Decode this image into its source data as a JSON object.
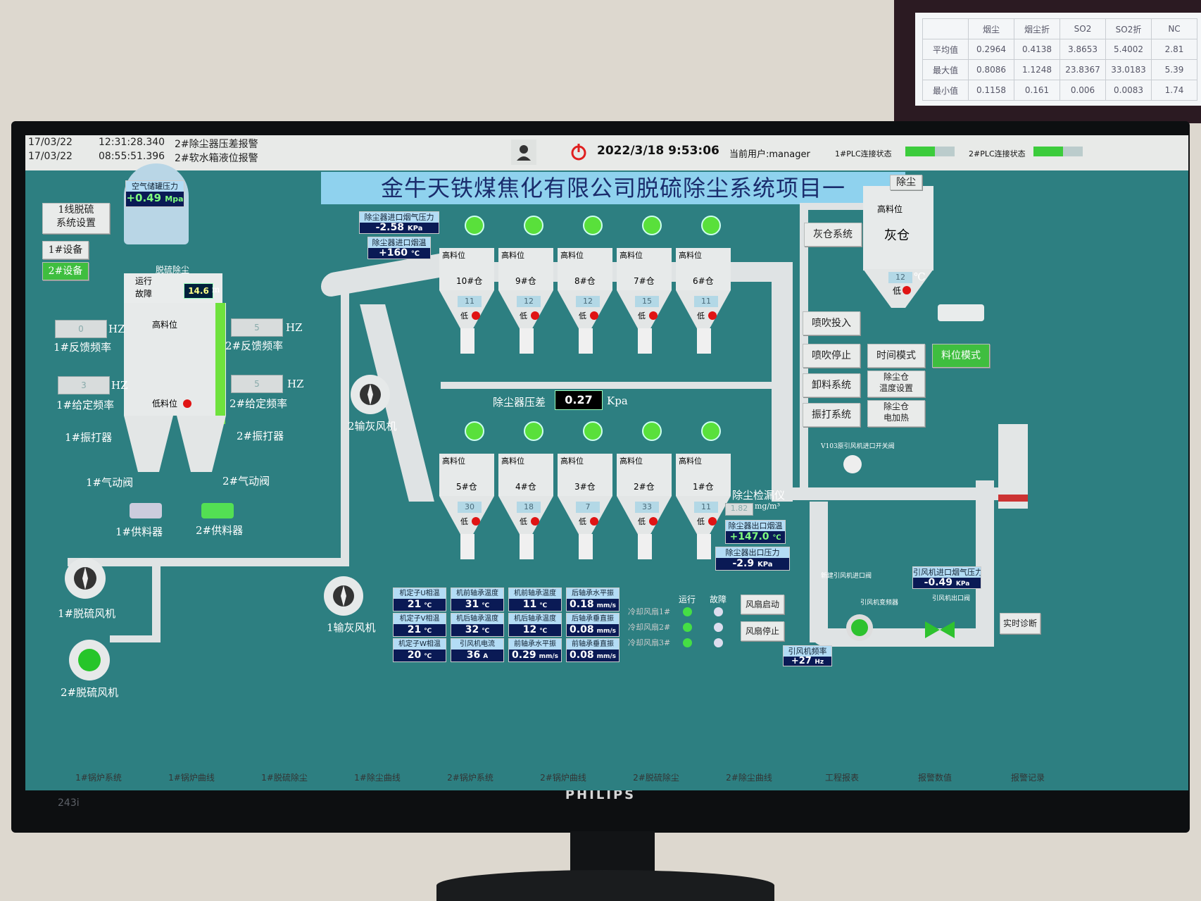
{
  "second_monitor": {
    "headers": [
      "烟尘",
      "烟尘折",
      "SO2",
      "SO2折",
      "NC"
    ],
    "rows": [
      {
        "label": "平均值",
        "values": [
          "0.2964",
          "0.4138",
          "3.8653",
          "5.4002",
          "2.81"
        ]
      },
      {
        "label": "最大值",
        "values": [
          "0.8086",
          "1.1248",
          "23.8367",
          "33.0183",
          "5.39"
        ]
      },
      {
        "label": "最小值",
        "values": [
          "0.1158",
          "0.161",
          "0.006",
          "0.0083",
          "1.74"
        ]
      }
    ]
  },
  "alarms": [
    {
      "date": "17/03/22",
      "time": "12:31:28.340",
      "text": "2#除尘器压差报警"
    },
    {
      "date": "17/03/22",
      "time": "08:55:51.396",
      "text": "2#软水箱液位报警"
    }
  ],
  "topbar": {
    "datetime": "2022/3/18 9:53:06",
    "user": "当前用户:manager",
    "plc1": "1#PLC连接状态",
    "plc2": "2#PLC连接状态"
  },
  "title": "金牛天铁煤焦化有限公司脱硫除尘系统项目一",
  "left": {
    "settings_btn": "1线脱硫\n系统设置",
    "device1_btn": "1#设备",
    "device2_btn": "2#设备",
    "air_tank_label": "空气储罐压力",
    "air_tank_value": "+0.49",
    "air_tank_unit": "Mpa",
    "desulf_label": "脱硫除尘",
    "run": "运行",
    "fault": "故障",
    "level_value": "14.6",
    "level_unit": "m",
    "high_level": "高料位",
    "low_level": "低料位",
    "fb1_value": "0",
    "fb1_label": "1#反馈频率",
    "fb2_value": "5",
    "fb2_label": "2#反馈频率",
    "set1_value": "3",
    "set1_label": "1#给定频率",
    "set2_value": "5",
    "set2_label": "2#给定频率",
    "hz": "HZ",
    "vib1": "1#振打器",
    "vib2": "2#振打器",
    "valve1": "1#气动阀",
    "valve2": "2#气动阀",
    "feeder1": "1#供料器",
    "feeder2": "2#供料器",
    "fan1": "1#脱硫风机",
    "fan2": "2#脱硫风机",
    "ash_fan1": "1输灰风机",
    "ash_fan2": "2输灰风机"
  },
  "dust": {
    "inlet_pressure_label": "除尘器进口烟气压力",
    "inlet_pressure_value": "-2.58",
    "inlet_pressure_unit": "KPa",
    "inlet_temp_label": "除尘器进口烟温",
    "inlet_temp_value": "+160",
    "inlet_temp_unit": "℃",
    "diff_label": "除尘器压差",
    "diff_value": "0.27",
    "diff_unit": "Kpa",
    "outlet_temp_label": "除尘器出口烟温",
    "outlet_temp_value": "+147.0",
    "outlet_temp_unit": "℃",
    "outlet_press_label": "除尘器出口压力",
    "outlet_press_value": "-2.9",
    "outlet_press_unit": "KPa",
    "leak_label": "除尘检漏仪",
    "leak_value": "1.82",
    "leak_unit": "mg/m³",
    "high_level": "高料位",
    "low_level": "低",
    "top_bins": [
      {
        "name": "10#仓",
        "temp": "11"
      },
      {
        "name": "9#仓",
        "temp": "12"
      },
      {
        "name": "8#仓",
        "temp": "12"
      },
      {
        "name": "7#仓",
        "temp": "15"
      },
      {
        "name": "6#仓",
        "temp": "11"
      }
    ],
    "bottom_bins": [
      {
        "name": "5#仓",
        "temp": "30"
      },
      {
        "name": "4#仓",
        "temp": "18"
      },
      {
        "name": "3#仓",
        "temp": "7"
      },
      {
        "name": "2#仓",
        "temp": "33"
      },
      {
        "name": "1#仓",
        "temp": "11"
      }
    ],
    "temp_unit": "℃"
  },
  "motor_readings": [
    {
      "label": "机定子U相温",
      "value": "21",
      "unit": "℃"
    },
    {
      "label": "机前轴承温度",
      "value": "31",
      "unit": "℃"
    },
    {
      "label": "机前轴承温度",
      "value": "11",
      "unit": "℃"
    },
    {
      "label": "后轴承水平振",
      "value": "0.18",
      "unit": "mm/s"
    },
    {
      "label": "机定子V相温",
      "value": "21",
      "unit": "℃"
    },
    {
      "label": "机后轴承温度",
      "value": "32",
      "unit": "℃"
    },
    {
      "label": "机后轴承温度",
      "value": "12",
      "unit": "℃"
    },
    {
      "label": "后轴承垂直振",
      "value": "0.08",
      "unit": "mm/s"
    },
    {
      "label": "机定子W相温",
      "value": "20",
      "unit": "℃"
    },
    {
      "label": "引风机电流",
      "value": "36",
      "unit": "A"
    },
    {
      "label": "前轴承水平振",
      "value": "0.29",
      "unit": "mm/s"
    },
    {
      "label": "前轴承垂直振",
      "value": "0.08",
      "unit": "mm/s"
    }
  ],
  "cooling": {
    "run": "运行",
    "fault": "故障",
    "fans": [
      "冷却风扇1#",
      "冷却风扇2#",
      "冷却风扇3#"
    ],
    "start_btn": "风扇启动",
    "stop_btn": "风扇停止"
  },
  "right": {
    "ash_title": "除尘",
    "ash_bin": "灰仓",
    "ash_system_btn": "灰仓系统",
    "high_level": "高料位",
    "low_level": "低",
    "temp": "12",
    "temp_unit": "℃",
    "spray_on": "喷吹投入",
    "spray_off": "喷吹停止",
    "time_mode": "时间模式",
    "level_mode": "料位模式",
    "unload": "卸料系统",
    "temp_set": "除尘仓\n温度设置",
    "vibrate": "振打系统",
    "heat": "除尘仓\n电加热",
    "fan_valve_label": "V103原引风机进口开关阀",
    "new_valve_label": "新建引风机进口阀",
    "fan_freq_label": "引风机频率",
    "fan_freq_value": "+27",
    "fan_freq_unit": "Hz",
    "fan_label": "引风机变频器",
    "outlet_valve_label": "引风机出口阀",
    "fan_inlet_press_label": "引风机进口烟气压力",
    "fan_inlet_press_value": "-0.49",
    "fan_inlet_press_unit": "KPa",
    "diag_btn": "实时诊断"
  },
  "nav_tabs": [
    "1#锅炉系统",
    "1#锅炉曲线",
    "1#脱硫除尘",
    "1#除尘曲线",
    "2#锅炉系统",
    "2#锅炉曲线",
    "2#脱硫除尘",
    "2#除尘曲线",
    "工程报表",
    "报警数值",
    "报警记录"
  ],
  "bezel": {
    "brand": "PHILIPS",
    "model": "243i"
  },
  "colors": {
    "screen_bg": "#2d7f81",
    "title_bg": "#8fd2ee",
    "active_green": "#3fbe3f",
    "alarm_red": "#e01414"
  }
}
